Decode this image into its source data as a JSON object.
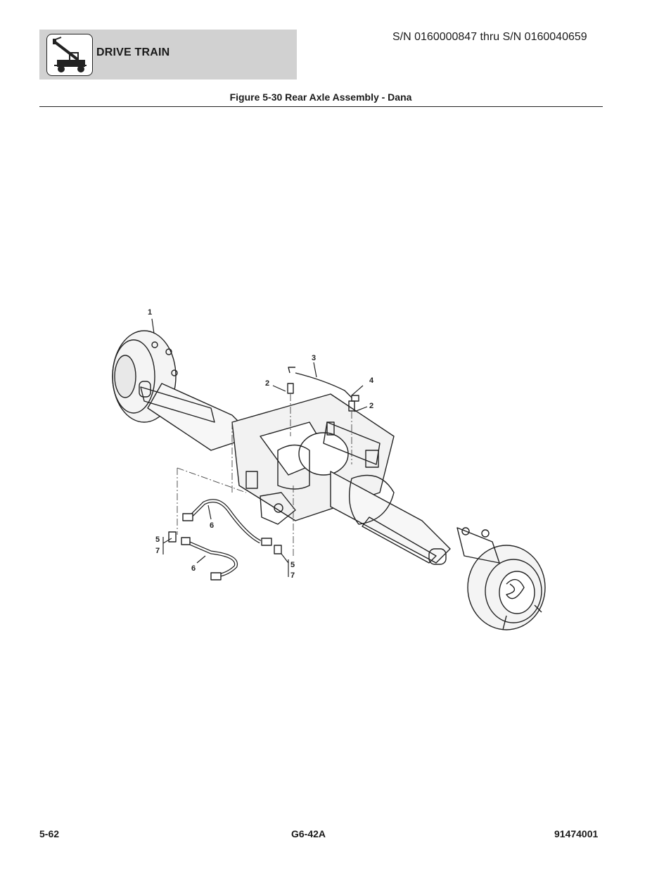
{
  "header": {
    "section_title": "DRIVE TRAIN",
    "serial_range": "S/N 0160000847 thru S/N 0160040659",
    "logo_icon": "telehandler-icon"
  },
  "figure": {
    "title": "Figure 5-30 Rear Axle Assembly - Dana",
    "callouts": [
      "1",
      "2",
      "3",
      "4",
      "2",
      "5",
      "7",
      "6",
      "6",
      "5",
      "7"
    ]
  },
  "footer": {
    "page_number": "5-62",
    "model": "G6-42A",
    "part_number": "91474001"
  }
}
